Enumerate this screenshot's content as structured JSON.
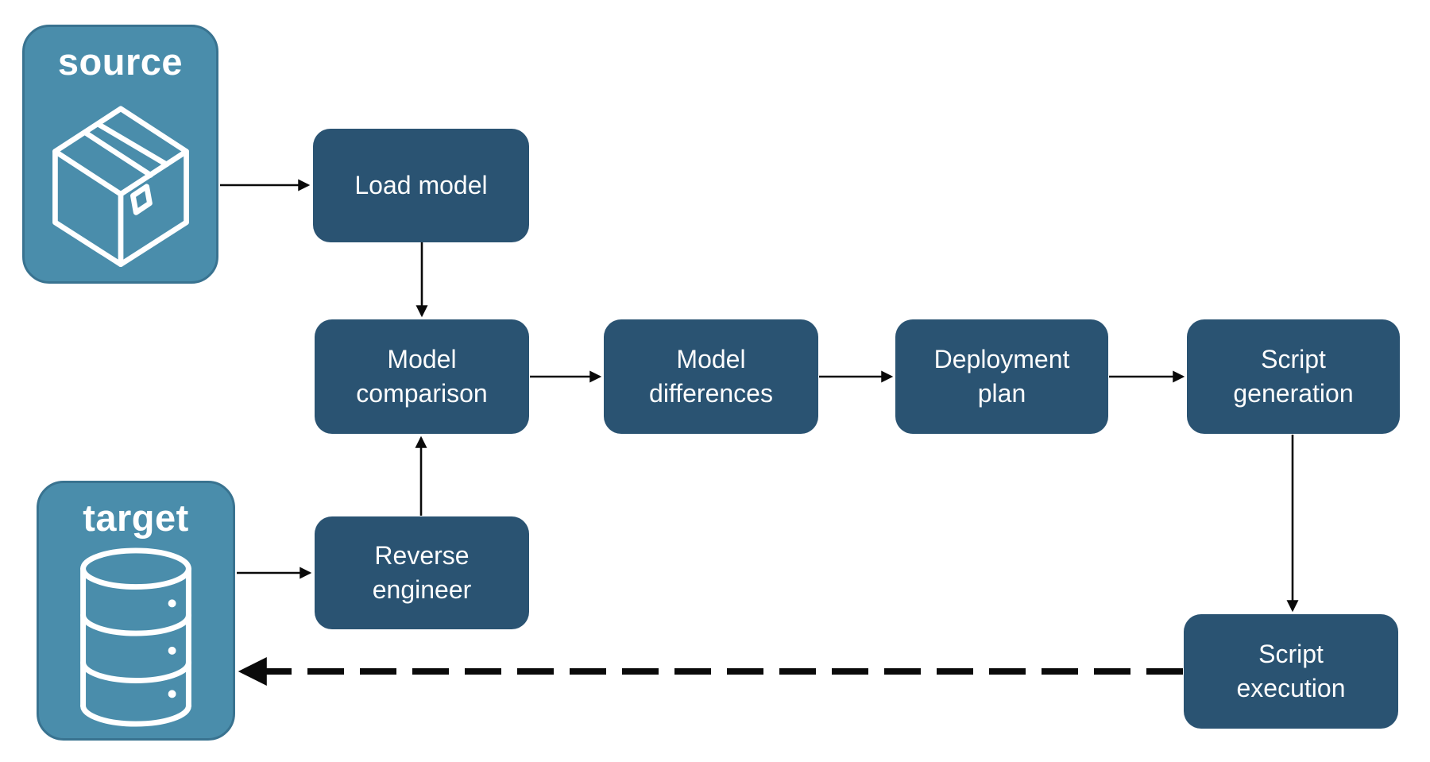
{
  "diagram": {
    "background_color": "#ffffff",
    "colors": {
      "entity_fill": "#4A8DAB",
      "entity_border": "#397390",
      "process_fill": "#2A5372",
      "label_text": "#ffffff",
      "arrow": "#0a0a0a"
    },
    "entities": [
      {
        "id": "source",
        "label": "source",
        "icon": "package-box-icon"
      },
      {
        "id": "target",
        "label": "target",
        "icon": "database-icon"
      }
    ],
    "processes": [
      {
        "id": "load-model",
        "label": "Load model"
      },
      {
        "id": "model-comparison",
        "label": "Model comparison"
      },
      {
        "id": "model-differences",
        "label": "Model differences"
      },
      {
        "id": "deployment-plan",
        "label": "Deployment plan"
      },
      {
        "id": "script-generation",
        "label": "Script generation"
      },
      {
        "id": "reverse-engineer",
        "label": "Reverse engineer"
      },
      {
        "id": "script-execution",
        "label": "Script execution"
      }
    ],
    "edges": [
      {
        "from": "source",
        "to": "load-model",
        "style": "solid"
      },
      {
        "from": "load-model",
        "to": "model-comparison",
        "style": "solid"
      },
      {
        "from": "target",
        "to": "reverse-engineer",
        "style": "solid"
      },
      {
        "from": "reverse-engineer",
        "to": "model-comparison",
        "style": "solid"
      },
      {
        "from": "model-comparison",
        "to": "model-differences",
        "style": "solid"
      },
      {
        "from": "model-differences",
        "to": "deployment-plan",
        "style": "solid"
      },
      {
        "from": "deployment-plan",
        "to": "script-generation",
        "style": "solid"
      },
      {
        "from": "script-generation",
        "to": "script-execution",
        "style": "solid"
      },
      {
        "from": "script-execution",
        "to": "target",
        "style": "dashed"
      }
    ]
  }
}
